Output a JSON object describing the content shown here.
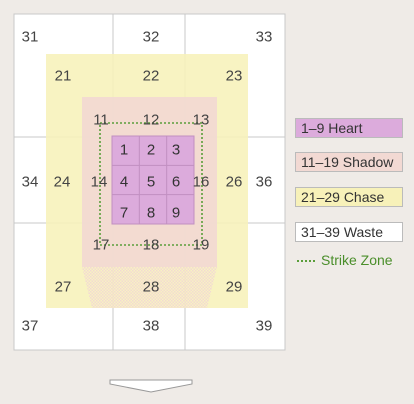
{
  "zones": {
    "heart": [
      "1",
      "2",
      "3",
      "4",
      "5",
      "6",
      "7",
      "8",
      "9"
    ],
    "shadow": [
      "11",
      "12",
      "13",
      "14",
      "16",
      "17",
      "18",
      "19"
    ],
    "chase": [
      "21",
      "22",
      "23",
      "24",
      "26",
      "27",
      "28",
      "29"
    ],
    "waste": [
      "31",
      "32",
      "33",
      "34",
      "36",
      "37",
      "38",
      "39"
    ]
  },
  "legend": [
    {
      "key": "heart",
      "label": "1–9 Heart",
      "color": "#dcabdc"
    },
    {
      "key": "shadow",
      "label": "11–19 Shadow",
      "color": "#f2d9d3"
    },
    {
      "key": "chase",
      "label": "21–29 Chase",
      "color": "#f7f1b9"
    },
    {
      "key": "waste",
      "label": "31–39 Waste",
      "color": "#ffffff"
    },
    {
      "key": "strike",
      "label": "Strike Zone",
      "color": "#5a9e3a"
    }
  ],
  "colors": {
    "background": "#efebe7",
    "waste": "#ffffff",
    "chase": "#f7f1b9",
    "shadow": "#f2d9d3",
    "heart": "#dcabdc",
    "strike_line": "#5a9e3a",
    "grid": "#c8c8c8"
  },
  "icons": {
    "home_plate": "home-plate-icon"
  }
}
